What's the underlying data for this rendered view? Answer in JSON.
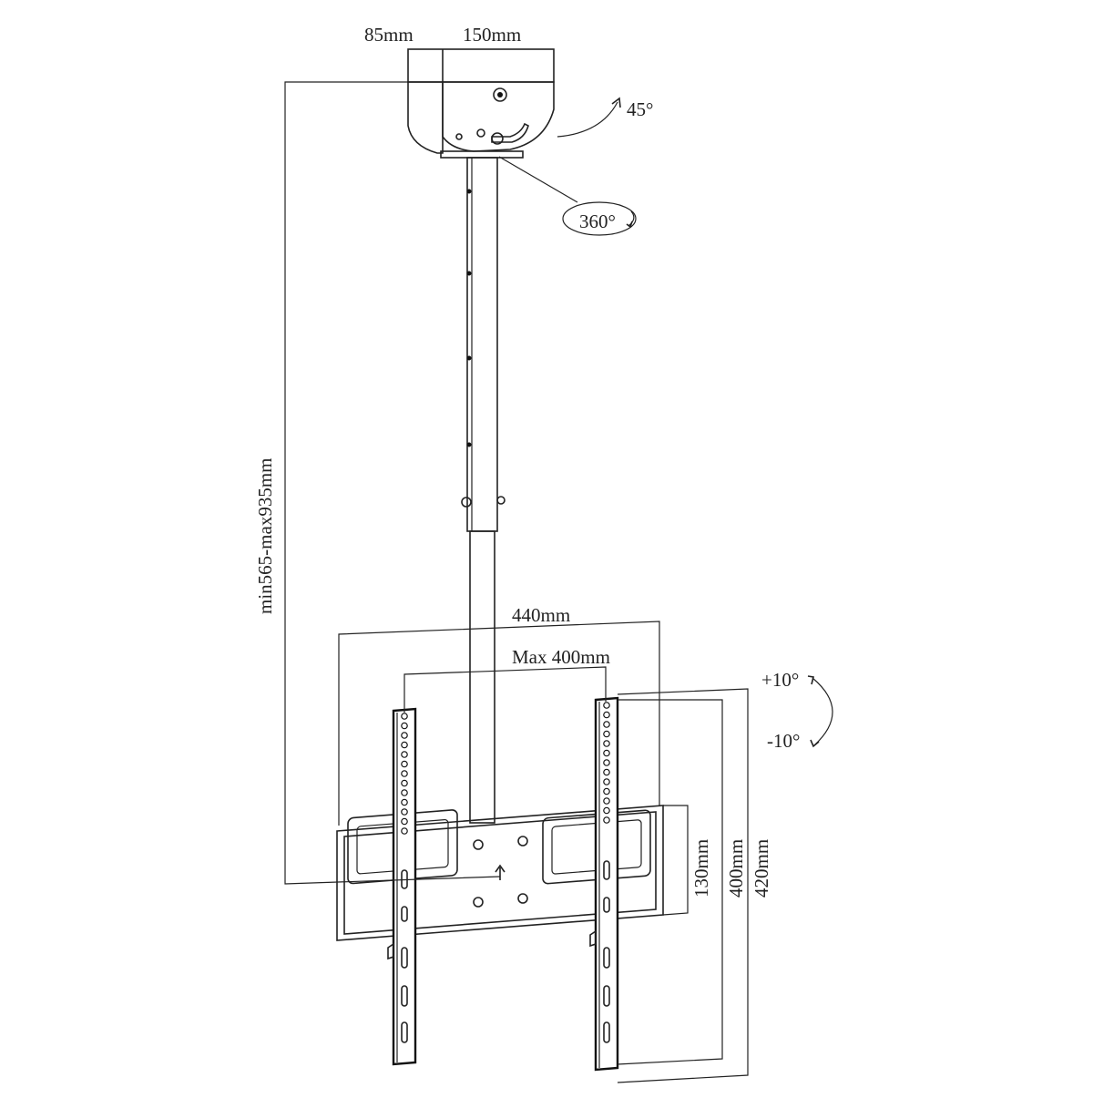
{
  "labels": {
    "bracket_depth": "85mm",
    "bracket_width": "150mm",
    "tilt_ceiling": "45°",
    "swivel": "360°",
    "pole_length": "min565-max935mm",
    "arm_width": "440mm",
    "vesa_horizontal": "Max 400mm",
    "tilt_up": "+10°",
    "tilt_down": "-10°",
    "plate_height": "130mm",
    "vesa_vertical": "400mm",
    "rail_height": "420mm"
  },
  "colors": {
    "line": "#222222",
    "background": "#ffffff"
  },
  "rail_holes_per_side": 13
}
